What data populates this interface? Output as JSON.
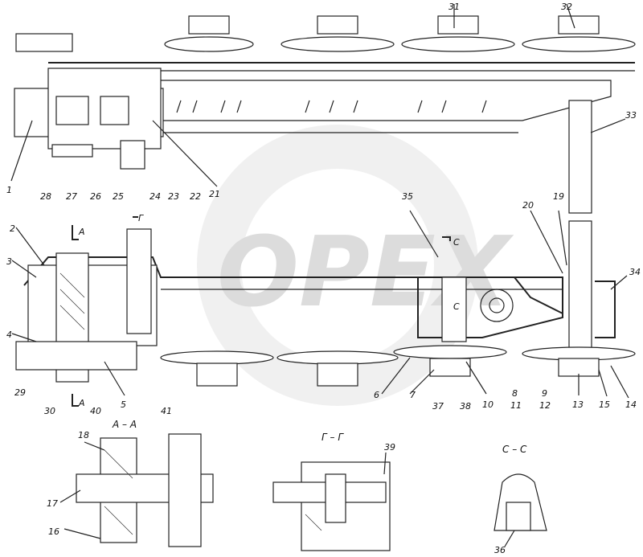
{
  "labels": {
    "l1": "1",
    "l2": "2",
    "l3": "3",
    "l4": "4",
    "l5": "5",
    "l6": "6",
    "l7": "7",
    "l8": "8",
    "l9": "9",
    "l10": "10",
    "l11": "11",
    "l12": "12",
    "l13": "13",
    "l14": "14",
    "l15": "15",
    "l16": "16",
    "l17": "17",
    "l18": "18",
    "l19": "19",
    "l20": "20",
    "l21": "21",
    "l22": "22",
    "l23": "23",
    "l24": "24",
    "l25": "25",
    "l26": "26",
    "l27": "27",
    "l28": "28",
    "l29": "29",
    "l30": "30",
    "l31": "31",
    "l32": "32",
    "l33": "33",
    "l34": "34",
    "l35": "35",
    "l36": "36",
    "l37": "37",
    "l38": "38",
    "l39": "39",
    "l40": "40",
    "l41": "41"
  },
  "sections": {
    "aa": "A – A",
    "gg": "Г – Г",
    "cc": "С – С",
    "mark_a_top": "А",
    "mark_a_bot": "А",
    "mark_g": "Г",
    "mark_c_top": "С",
    "mark_c_bot": "С"
  },
  "watermark": "OPEX"
}
